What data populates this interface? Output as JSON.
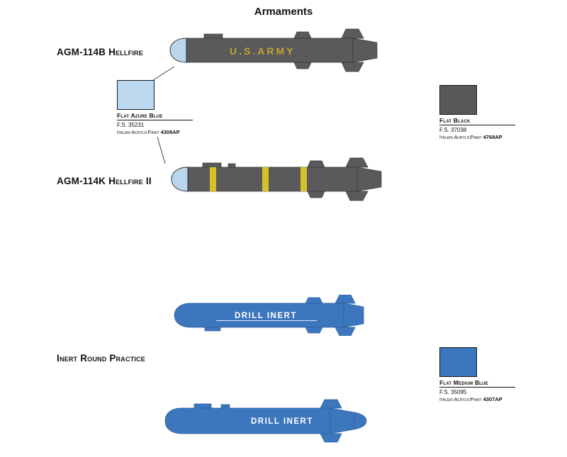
{
  "title": "Armaments",
  "sections": [
    {
      "label": "AGM-114B Hellfire",
      "marking": "U.S.ARMY"
    },
    {
      "label": "AGM-114K Hellfire II",
      "marking": ""
    },
    {
      "label": "Inert Round Practice",
      "marking": "DRILL INERT"
    }
  ],
  "paints": [
    {
      "name": "Flat Azure Blue",
      "fs": "F.S. 35231",
      "brand": "Italeri AcrylicPaint",
      "code": "4308AP",
      "color": "#bcd8ee"
    },
    {
      "name": "Flat Black",
      "fs": "F.S. 37038",
      "brand": "Italeri AcrylicPaint",
      "code": "4768AP",
      "color": "#58585a"
    },
    {
      "name": "Flat Medium Blue",
      "fs": "F.S. 35095",
      "brand": "Italeri AcrylicPaint",
      "code": "4307AP",
      "color": "#3c77bd"
    }
  ],
  "colors": {
    "missile_gray": "#5a595b",
    "nose_azure": "#b9d6ec",
    "band_yellow": "#d8c028",
    "marking_yellow": "#bfa62c",
    "missile_blue": "#3c77bd",
    "marking_white": "#ffffff"
  }
}
